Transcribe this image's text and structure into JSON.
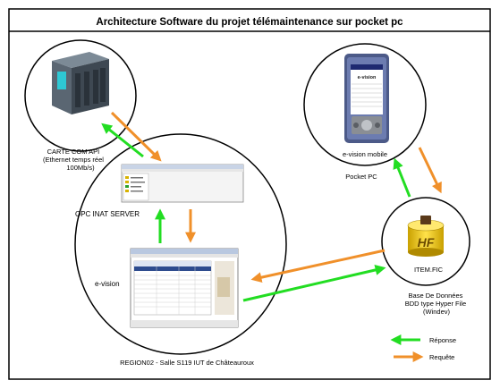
{
  "title": "Architecture Software du projet télémaintenance sur pocket pc",
  "nodes": {
    "api_card": {
      "label_lines": [
        "CARTE COM API",
        "(Ethernet temps réel",
        "100Mb/s)"
      ]
    },
    "server_region": {
      "opc_label": "OPC INAT SERVER",
      "evision_label": "e-vision",
      "caption": "REGION02 - Salle S119 IUT de Châteauroux"
    },
    "pocket_pc": {
      "app_label": "e-vision mobile",
      "device_label": "Pocket PC",
      "screen_title": "e-vision"
    },
    "database": {
      "file_label": "ITEM.FIC",
      "icon_text": "HF",
      "caption_lines": [
        "Base De Données",
        "BDD type Hyper File",
        "(Windev)"
      ]
    }
  },
  "legend": {
    "response": {
      "label": "Réponse",
      "color": "#22dd22"
    },
    "request": {
      "label": "Requête",
      "color": "#f0902a"
    }
  },
  "colors": {
    "response": "#22dd22",
    "request": "#f0902a",
    "border": "#000000"
  }
}
